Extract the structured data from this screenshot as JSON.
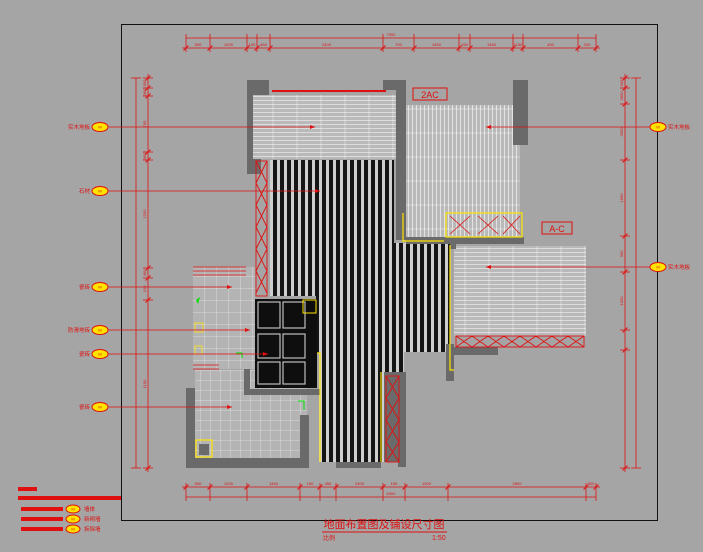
{
  "drawing": {
    "title": "地面布置图及铺设尺寸图",
    "scale_label": "比例",
    "scale_value": "1:50"
  },
  "top_dims": {
    "total": "7300",
    "segments": [
      "500",
      "1200",
      "100",
      "450",
      "2400",
      "700",
      "1450",
      "150",
      "1450",
      "1150",
      "400",
      "200"
    ]
  },
  "bottom_dims": {
    "total": "6300",
    "segments": [
      "500",
      "1200",
      "1450",
      "150",
      "450",
      "2400",
      "150",
      "1000",
      "2800",
      "500"
    ]
  },
  "left_dims": [
    "600",
    "2800",
    "700",
    "3800",
    "1250",
    "400",
    "150",
    "1100"
  ],
  "right_dims": [
    "600",
    "2800",
    "3950",
    "1650",
    "300",
    "1000"
  ],
  "section_marks": [
    "2AC",
    "A-C"
  ],
  "left_callouts": [
    {
      "text": "实木地板",
      "tag": "M"
    },
    {
      "text": "石材",
      "tag": "M"
    },
    {
      "text": "瓷砖",
      "tag": "M"
    },
    {
      "text": "防滑地砖",
      "tag": "M"
    },
    {
      "text": "瓷砖",
      "tag": "M"
    },
    {
      "text": "瓷砖",
      "tag": "M"
    }
  ],
  "right_callouts": [
    {
      "text": "实木地板",
      "tag": "M"
    },
    {
      "text": "实木地板",
      "tag": "M"
    }
  ],
  "legend": [
    {
      "text": "墙体",
      "tag": "M"
    },
    {
      "text": "新砌墙",
      "tag": "M"
    },
    {
      "text": "拆除墙",
      "tag": "M"
    }
  ],
  "colors": {
    "background": "#a5a5a5",
    "frame": "#111111",
    "dimension": "#e01010",
    "wall": "#6a6a6a",
    "stripe": "#151515",
    "accent_yellow": "#ffe400",
    "accent_green": "#00e000"
  }
}
